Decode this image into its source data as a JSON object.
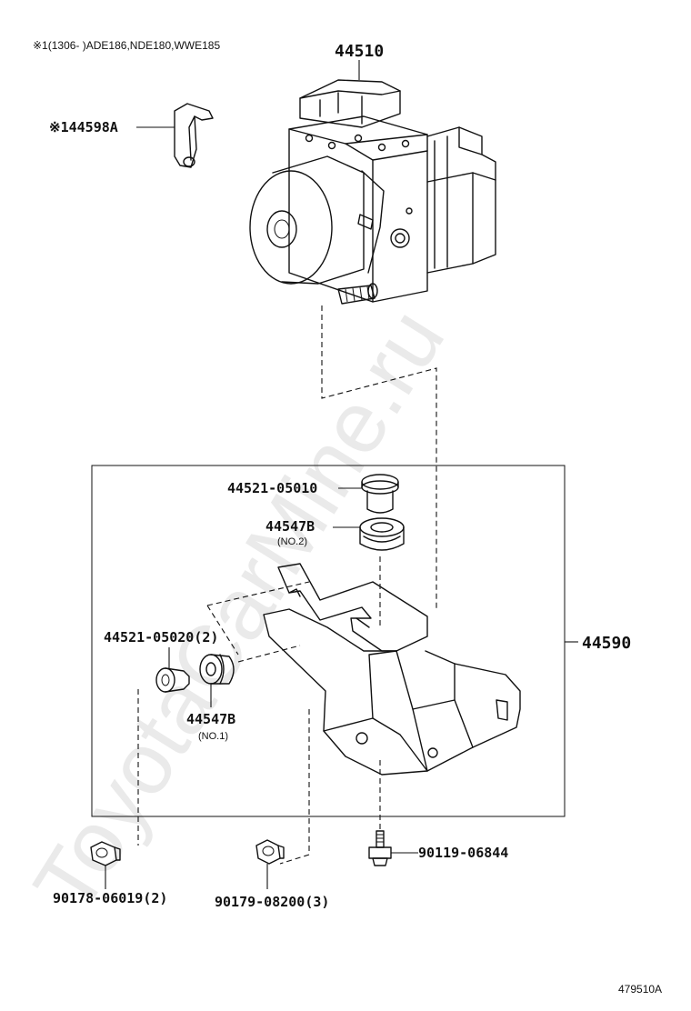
{
  "note": "※1(1306-      )ADE186,NDE180,WWE185",
  "parts": {
    "p44510": "44510",
    "p44598A": "※144598A",
    "p44521_05010": "44521-05010",
    "p44547B_no2": "44547B",
    "p44547B_no2_sub": "(NO.2)",
    "p44521_05020": "44521-05020(2)",
    "p44547B_no1": "44547B",
    "p44547B_no1_sub": "(NO.1)",
    "p44590": "44590",
    "p90119_06844": "90119-06844",
    "p90178_06019": "90178-06019(2)",
    "p90179_08200": "90179-08200(3)"
  },
  "watermark": "ToyotaCarMine.ru",
  "figure_id": "479510A"
}
